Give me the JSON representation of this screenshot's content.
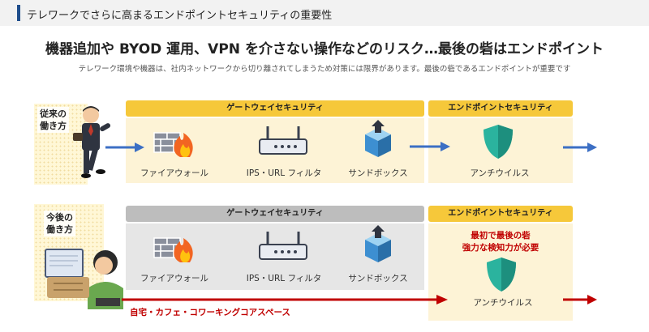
{
  "header": {
    "title": "テレワークでさらに高まるエンドポイントセキュリティの重要性"
  },
  "headline": "機器追加や BYOD 運用、VPN を介さない操作などのリスク…最後の砦はエンドポイント",
  "subline": "テレワーク環境や機器は、社内ネットワークから切り離されてしまうため対策には限界があります。最後の砦であるエンドポイントが重要です",
  "row1": {
    "badge_line1": "従来の",
    "badge_line2": "働き方",
    "gateway_title": "ゲートウェイセキュリティ",
    "endpoint_title": "エンドポイントセキュリティ",
    "firewall": "ファイアウォール",
    "ips": "IPS・URL フィルタ",
    "sandbox": "サンドボックス",
    "antivirus": "アンチウイルス"
  },
  "row2": {
    "badge_line1": "今後の",
    "badge_line2": "働き方",
    "gateway_title": "ゲートウェイセキュリティ",
    "endpoint_title": "エンドポイントセキュリティ",
    "firewall": "ファイアウォール",
    "ips": "IPS・URL フィルタ",
    "sandbox": "サンドボックス",
    "note_line1": "最初で最後の砦",
    "note_line2": "強力な検知力が必要",
    "antivirus": "アンチウイルス",
    "path_label": "自宅・カフェ・コワーキングコアスペース"
  },
  "colors": {
    "gold": "#f6c83a",
    "cream": "#fdf3d6",
    "gray_title": "#bdbdbd",
    "gray_body": "#e6e6e6",
    "blue_arrow": "#3c6fc4",
    "red_arrow": "#c00000",
    "shield": "#2bb39e"
  }
}
